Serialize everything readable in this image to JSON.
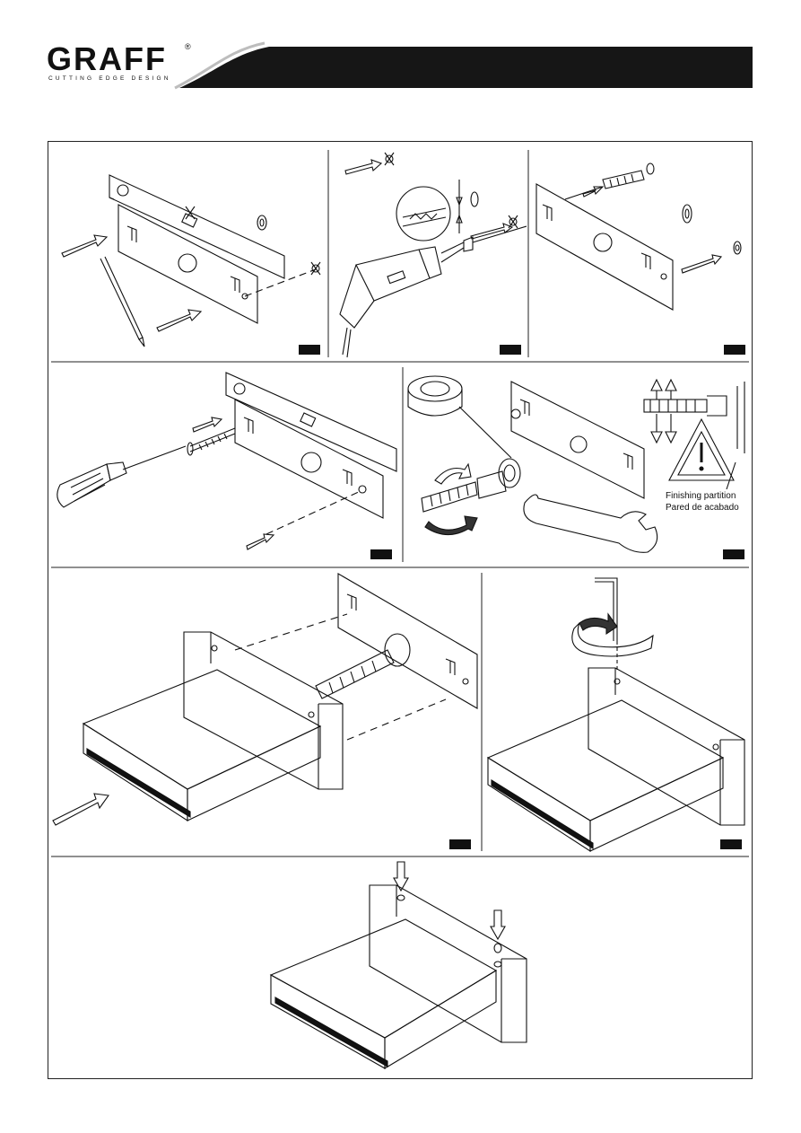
{
  "brand": {
    "name": "GRAFF",
    "registered": "®",
    "tagline": "CUTTING EDGE DESIGN"
  },
  "labels": {
    "finishing_partition": "Finishing partition",
    "pared_de_acabado": "Pared de acabado"
  },
  "colors": {
    "ink": "#111111",
    "banner": "#161616",
    "accent_gray": "#bdbdbd"
  }
}
